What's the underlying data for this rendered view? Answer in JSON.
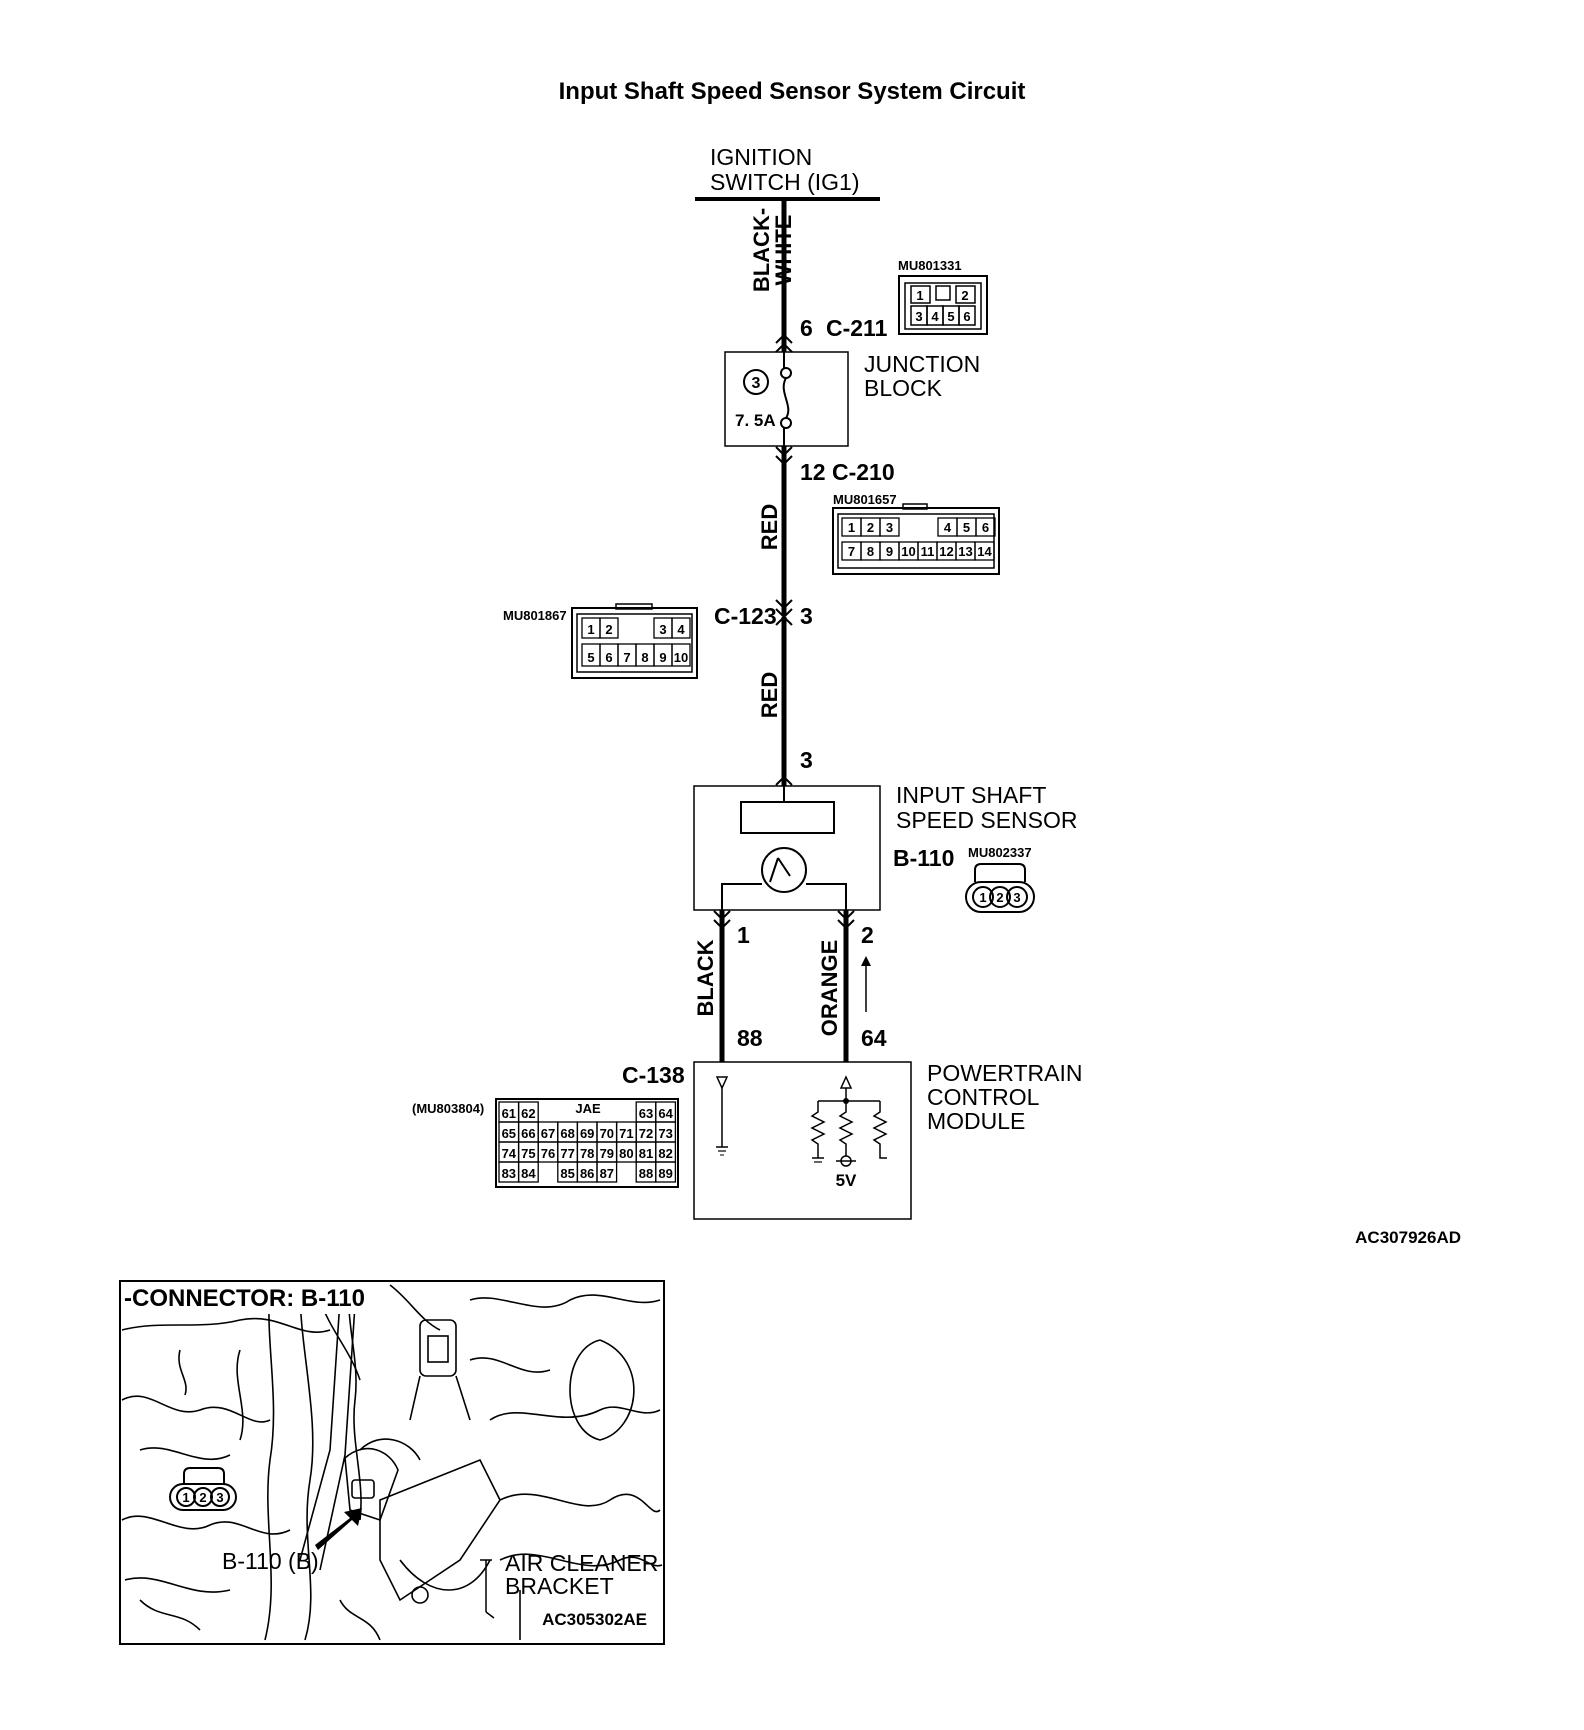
{
  "title": "Input Shaft Speed Sensor System Circuit",
  "ignition": {
    "line1": "IGNITION",
    "line2": "SWITCH (IG1)"
  },
  "wires": {
    "black_white_1": "BLACK-",
    "black_white_2": "WHITE",
    "red_upper": "RED",
    "red_lower": "RED",
    "black": "BLACK",
    "orange": "ORANGE"
  },
  "connectors": {
    "c211": {
      "pin": "6",
      "name": "C-211",
      "part": "MU801331",
      "cells_top": [
        "1",
        "2"
      ],
      "cells_bottom": [
        "3",
        "4",
        "5",
        "6"
      ]
    },
    "c210": {
      "pin": "12",
      "name": "C-210",
      "part": "MU801657",
      "cells_top": [
        "1",
        "2",
        "3",
        "4",
        "5",
        "6"
      ],
      "cells_bottom": [
        "7",
        "8",
        "9",
        "10",
        "11",
        "12",
        "13",
        "14"
      ]
    },
    "c123": {
      "name": "C-123",
      "pin": "3",
      "part": "MU801867",
      "cells_top": [
        "1",
        "2",
        "3",
        "4"
      ],
      "cells_bottom": [
        "5",
        "6",
        "7",
        "8",
        "9",
        "10"
      ]
    },
    "b110": {
      "name": "B-110",
      "part": "MU802337",
      "cells": [
        "1",
        "2",
        "3"
      ]
    },
    "c138": {
      "name": "C-138",
      "part": "(MU803804)",
      "jae": "JAE",
      "rows": [
        [
          "61",
          "62",
          "",
          "",
          "",
          "",
          "",
          "63",
          "64"
        ],
        [
          "65",
          "66",
          "67",
          "68",
          "69",
          "70",
          "71",
          "72",
          "73"
        ],
        [
          "74",
          "75",
          "76",
          "77",
          "78",
          "79",
          "80",
          "81",
          "82"
        ],
        [
          "83",
          "84",
          "",
          "85",
          "86",
          "87",
          "",
          "88",
          "89"
        ]
      ]
    }
  },
  "junction_block": {
    "line1": "JUNCTION",
    "line2": "BLOCK",
    "fuse_no": "3",
    "fuse_rating": "7. 5A"
  },
  "sensor": {
    "line1": "INPUT SHAFT",
    "line2": "SPEED SENSOR",
    "pin_top": "3",
    "pin1": "1",
    "pin2": "2"
  },
  "pcm": {
    "line1": "POWERTRAIN",
    "line2": "CONTROL",
    "line3": "MODULE",
    "pin88": "88",
    "pin64": "64",
    "voltage": "5V"
  },
  "figure_code_1": "AC307926AD",
  "photo": {
    "title": "-CONNECTOR: B-110",
    "callout": "B-110 (B)",
    "bracket_1": "AIR CLEANER",
    "bracket_2": "BRACKET",
    "code": "AC305302AE",
    "cells": [
      "1",
      "2",
      "3"
    ]
  }
}
